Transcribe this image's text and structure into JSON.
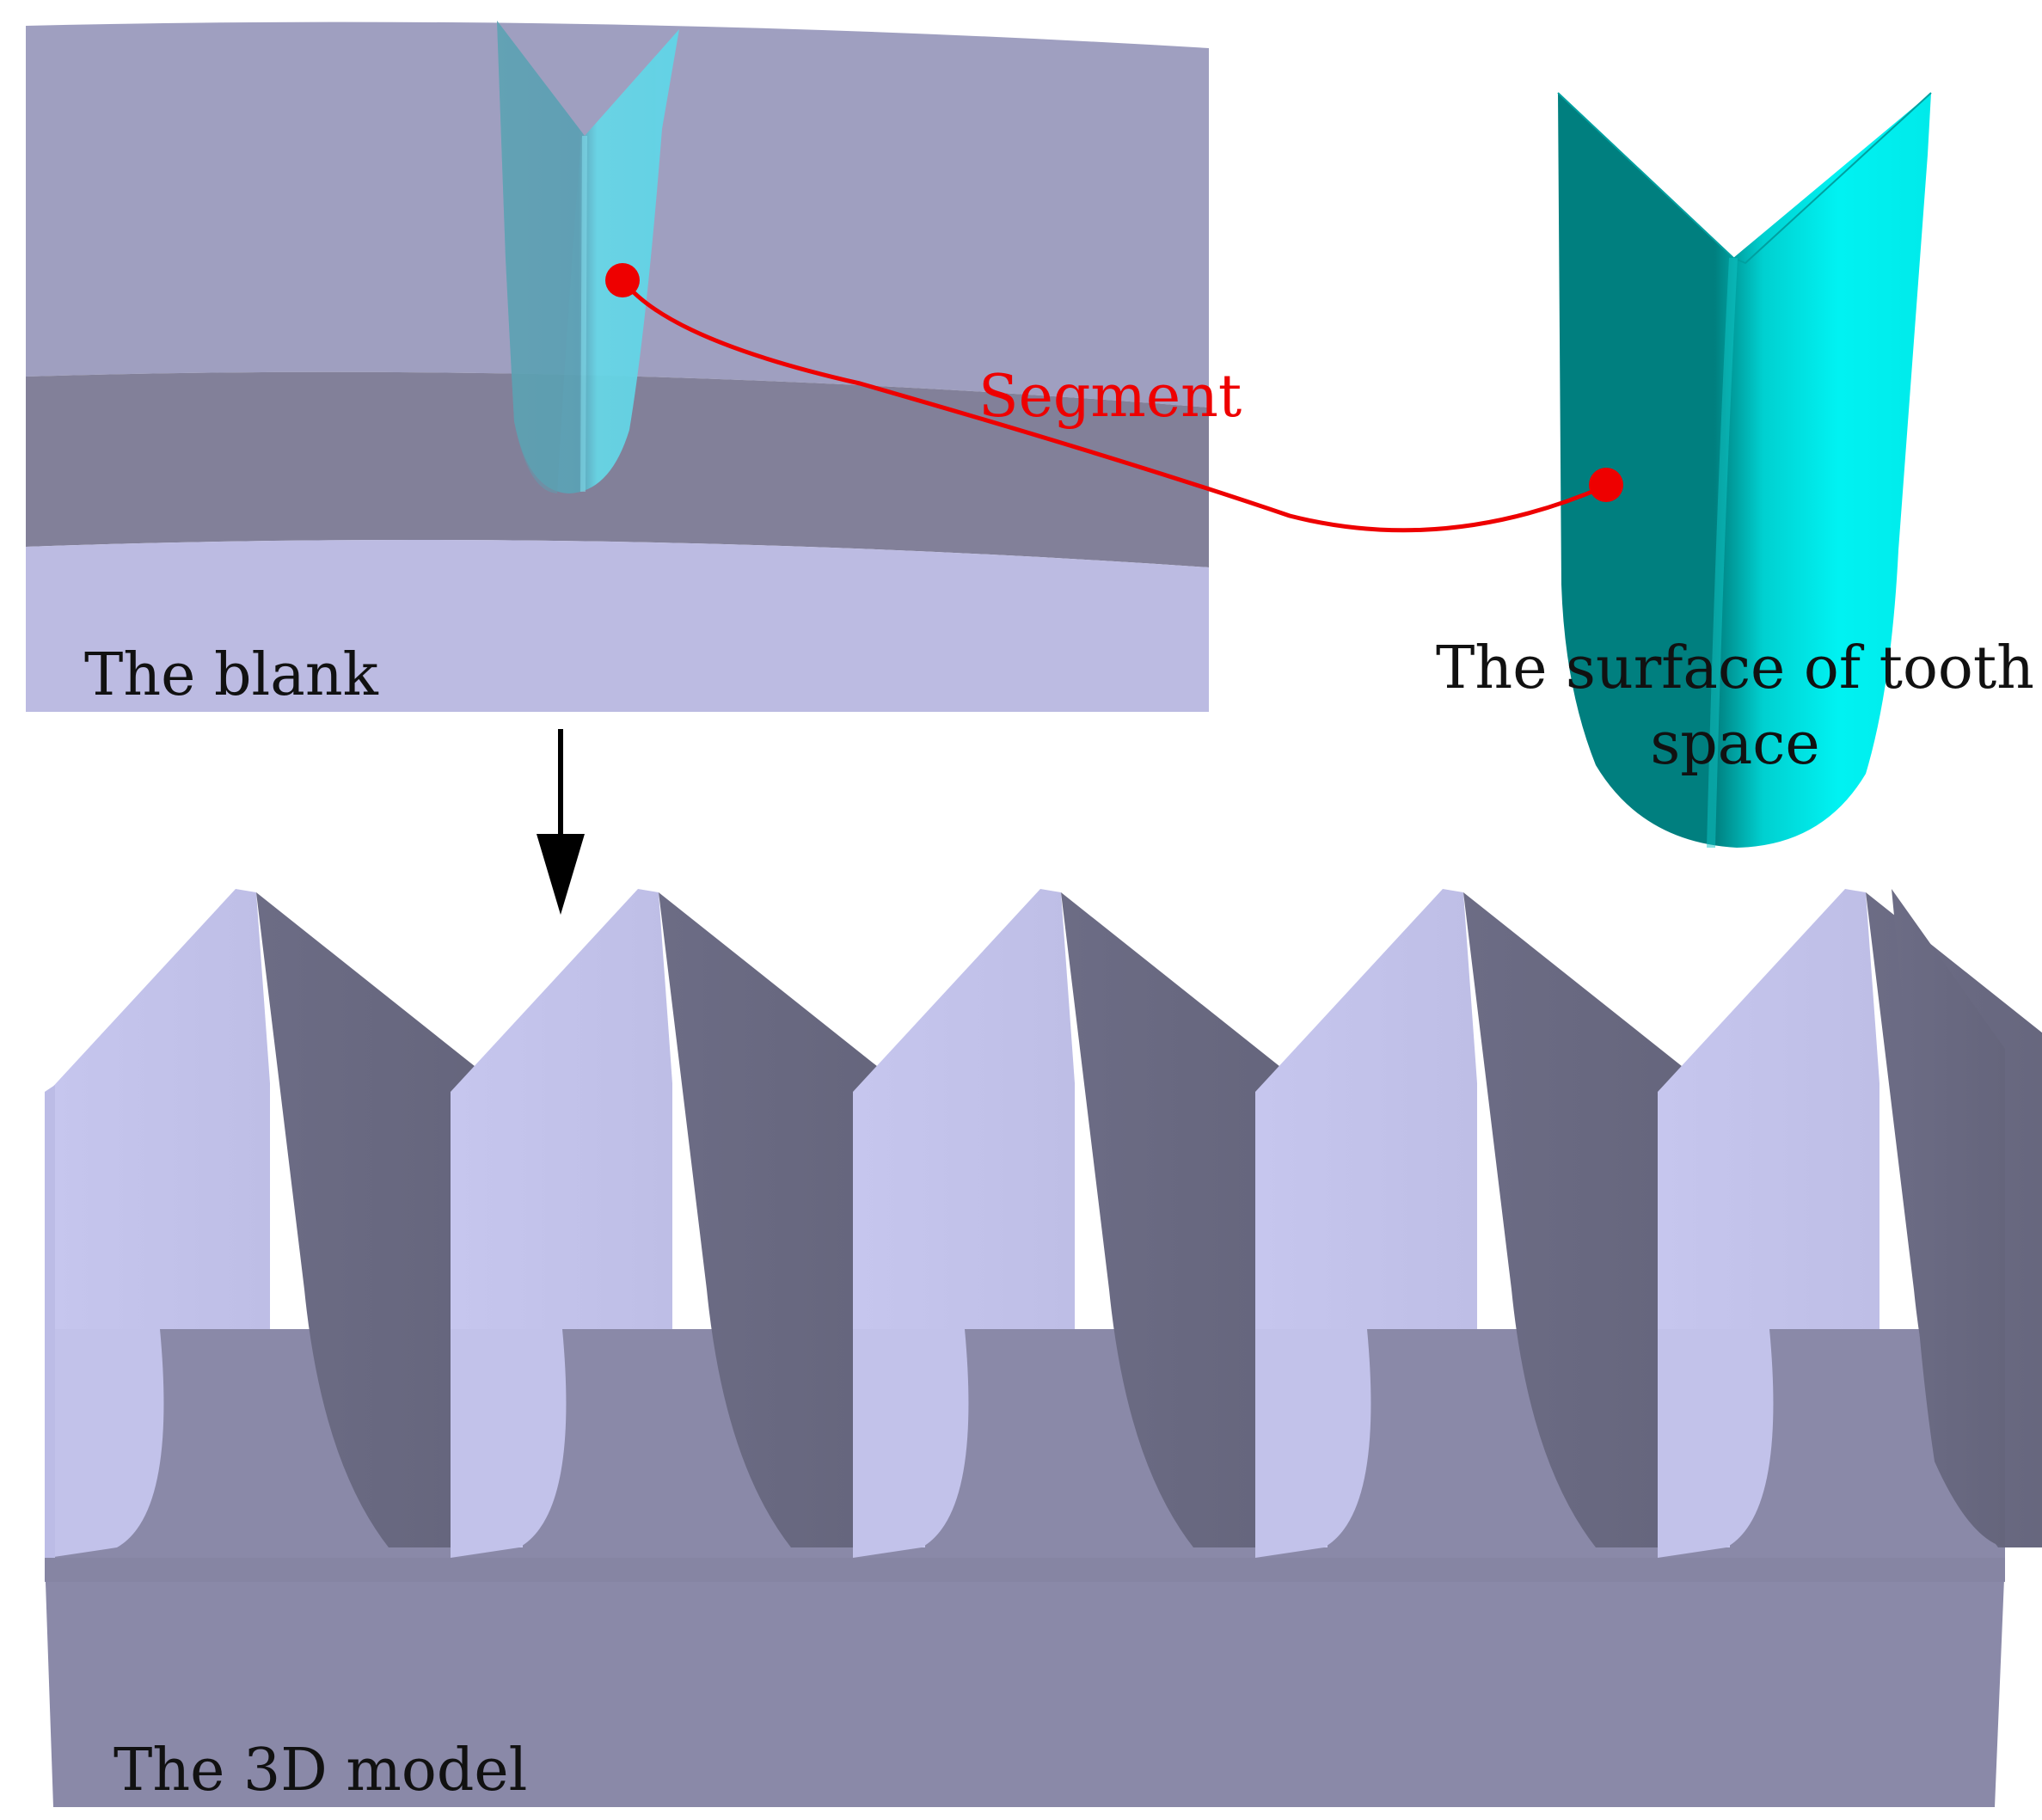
{
  "labels": {
    "blank": "The blank",
    "segment": "Segment",
    "surface_line1": "The surface of tooth",
    "surface_line2": "space",
    "model": "The 3D model"
  },
  "colors": {
    "blank_upper": "#9f9fc0",
    "blank_band": "#828099",
    "blank_lower": "#bcbbe2",
    "tooth_dark": "#007f7f",
    "tooth_light": "#00f2f2",
    "model_light": "#c2c2ea",
    "model_dark": "#6a6a82",
    "model_base": "#8a89a8",
    "segment": "#ee0000",
    "arrow": "#000000"
  }
}
